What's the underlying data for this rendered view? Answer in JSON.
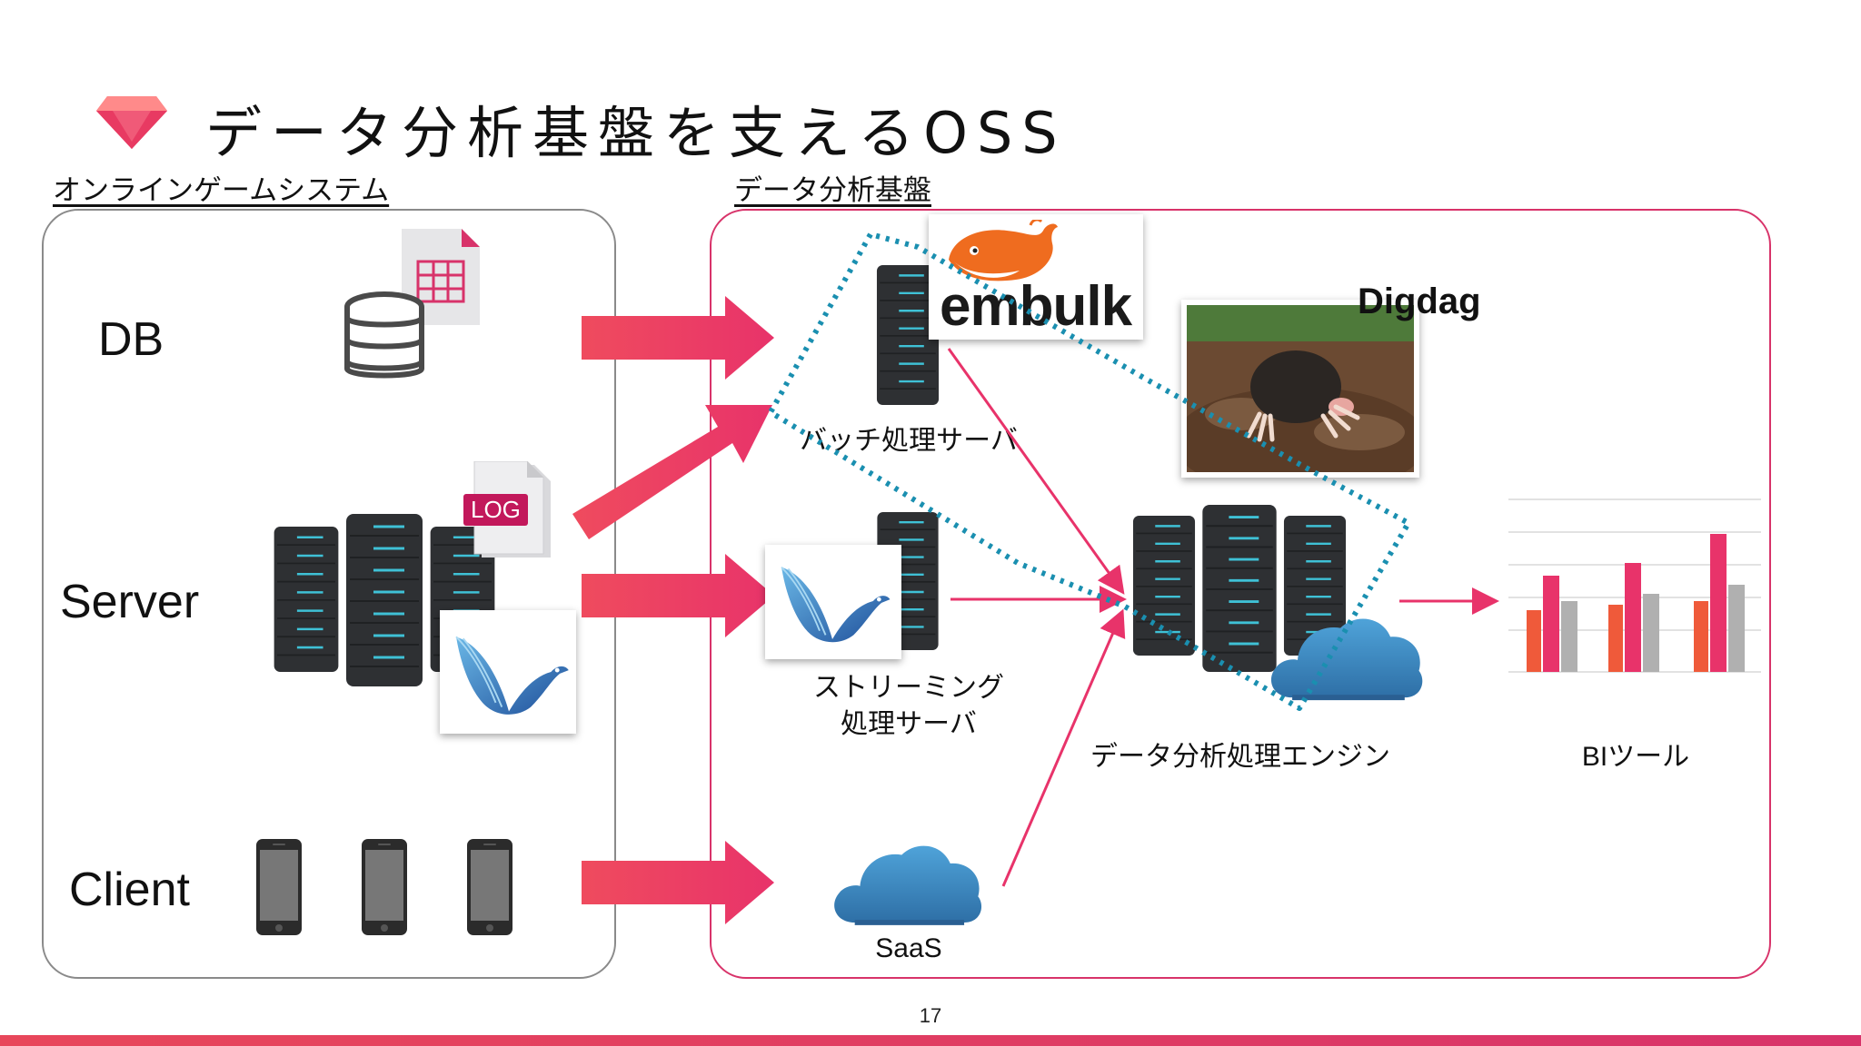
{
  "title": "データ分析基盤を支えるOSS",
  "sections": {
    "left": "オンラインゲームシステム",
    "right": "データ分析基盤"
  },
  "rows": {
    "db": "DB",
    "server": "Server",
    "client": "Client"
  },
  "nodes": {
    "batch": "バッチ処理サーバ",
    "streaming_line1": "ストリーミング",
    "streaming_line2": "処理サーバ",
    "saas": "SaaS",
    "engine": "データ分析処理エンジン",
    "bi": "BIツール"
  },
  "logos": {
    "embulk": "embulk",
    "digdag": "Digdag",
    "log_badge": "LOG"
  },
  "page_number": "17",
  "colors": {
    "accent": "#e8395f",
    "panel_border": "#d8336a",
    "dotted_line": "#1a8fb0",
    "server_dark": "#2e3033",
    "server_led": "#3fc1d6",
    "cloud": "#3d8cc4"
  },
  "icons": [
    "ruby-gem-icon",
    "database-icon",
    "spreadsheet-file-icon",
    "log-file-icon",
    "server-rack-icon",
    "fluentd-bird-icon",
    "smartphone-icon",
    "cloud-icon",
    "bar-chart-icon",
    "embulk-whale-logo",
    "digdag-mole-photo"
  ]
}
